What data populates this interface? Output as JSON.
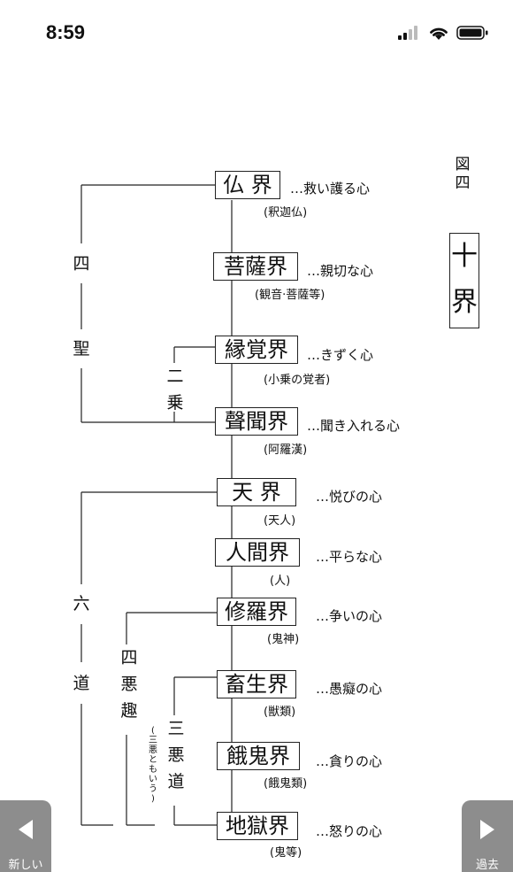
{
  "status": {
    "time": "8:59"
  },
  "icons": {
    "signal": "cellular-signal-icon",
    "wifi": "wifi-icon",
    "battery": "battery-icon"
  },
  "figure": {
    "label_small": [
      "図",
      "四"
    ],
    "label_big": [
      "十",
      "界"
    ]
  },
  "realms": [
    {
      "name": "仏 界",
      "desc": "…救い護る心",
      "sub": "(釈迦仏)"
    },
    {
      "name": "菩薩界",
      "desc": "…親切な心",
      "sub": "(観音·菩薩等)"
    },
    {
      "name": "縁覚界",
      "desc": "…きずく心",
      "sub": "(小乗の覚者)"
    },
    {
      "name": "聲聞界",
      "desc": "…聞き入れる心",
      "sub": "(阿羅漢)"
    },
    {
      "name": "天 界",
      "desc": "…悦びの心",
      "sub": "(天人)"
    },
    {
      "name": "人間界",
      "desc": "…平らな心",
      "sub": "(人)"
    },
    {
      "name": "修羅界",
      "desc": "…争いの心",
      "sub": "(鬼神)"
    },
    {
      "name": "畜生界",
      "desc": "…愚癡の心",
      "sub": "(獣類)"
    },
    {
      "name": "餓鬼界",
      "desc": "…貪りの心",
      "sub": "(餓鬼類)"
    },
    {
      "name": "地獄界",
      "desc": "…怒りの心",
      "sub": "(鬼等)"
    }
  ],
  "groups": {
    "four_saints": [
      "四",
      "聖"
    ],
    "two_vehicles": [
      "二",
      "乗"
    ],
    "six_paths": [
      "六",
      "道"
    ],
    "four_evil": [
      "四",
      "悪",
      "趣"
    ],
    "three_evil_note": [
      "(",
      "三",
      "悪",
      "と",
      "も",
      "い",
      "う",
      ")"
    ],
    "three_evil": [
      "三",
      "悪",
      "道"
    ]
  },
  "nav": {
    "newer": "新しい",
    "older": "過去"
  }
}
